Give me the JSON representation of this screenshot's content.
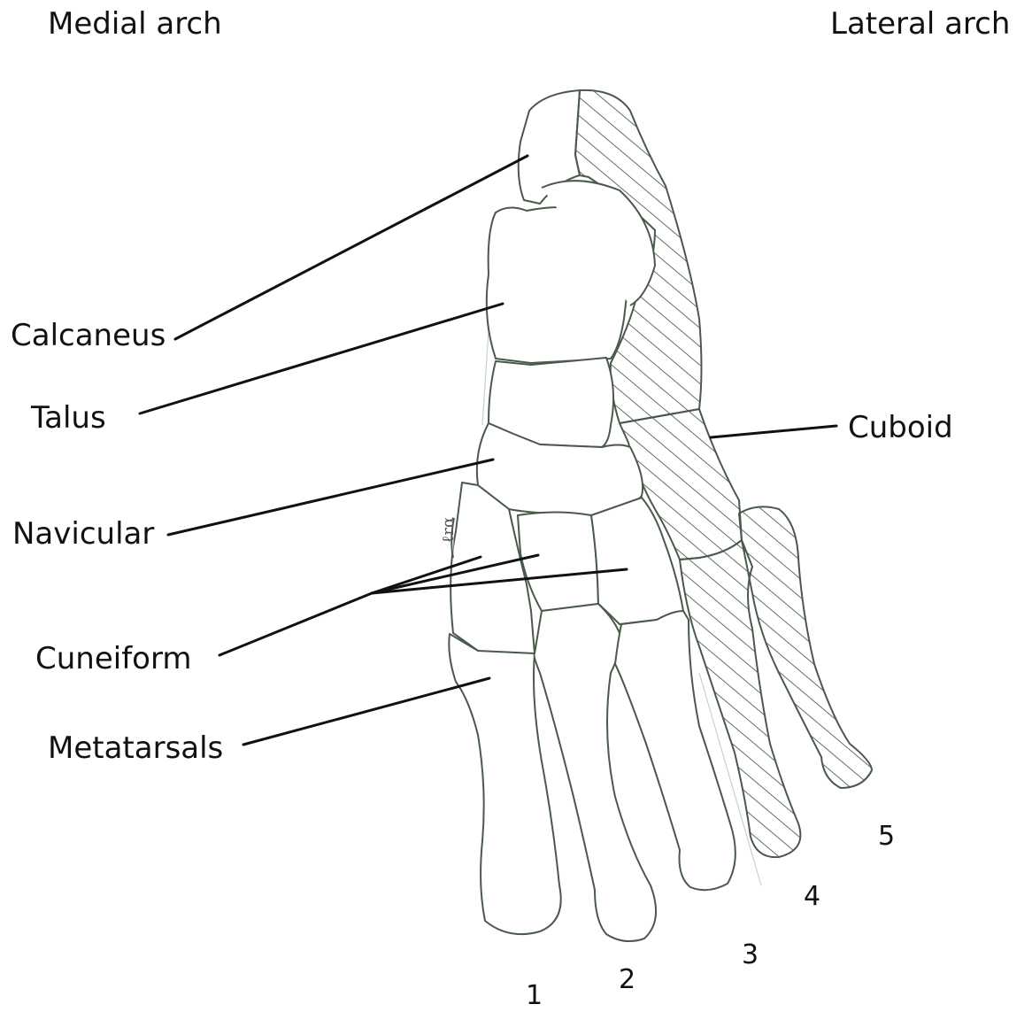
{
  "headings": {
    "medial": "Medial arch",
    "lateral": "Lateral arch"
  },
  "labels": {
    "calcaneus": "Calcaneus",
    "talus": "Talus",
    "navicular": "Navicular",
    "cuneiform": "Cuneiform",
    "metatarsals": "Metatarsals",
    "cuboid": "Cuboid"
  },
  "toe_numbers": [
    "1",
    "2",
    "3",
    "4",
    "5"
  ],
  "annotation": "ℓrα",
  "colors": {
    "outline": "#4a5a4a",
    "hatch": "#3f4a3f",
    "text": "#111111"
  }
}
